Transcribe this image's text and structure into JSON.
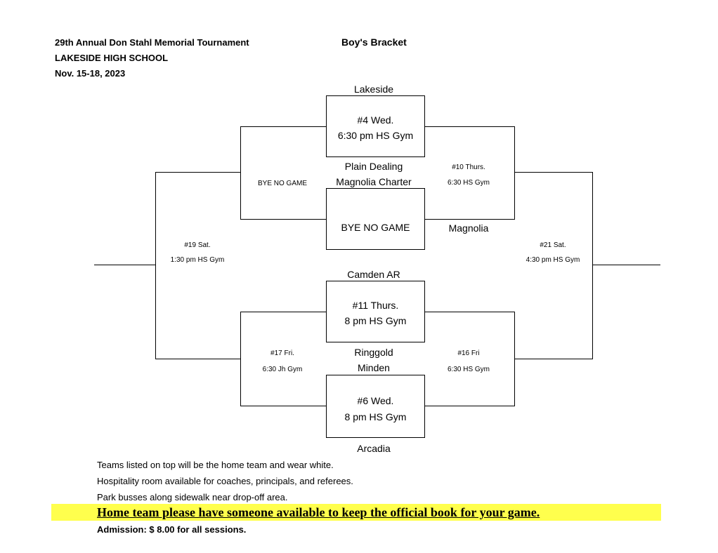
{
  "header": {
    "tournament": "29th Annual Don Stahl Memorial Tournament",
    "school": "LAKESIDE HIGH SCHOOL",
    "dates": "Nov. 15-18, 2023",
    "bracket_title": "Boy's Bracket"
  },
  "bracket": {
    "game4": {
      "number": "#4 Wed.",
      "time": "6:30 pm HS Gym",
      "home": "Lakeside",
      "away": "Plain Dealing"
    },
    "bye_box": {
      "label": "BYE NO GAME",
      "home": "Magnolia Charter"
    },
    "bye_left": "BYE NO GAME",
    "game10": {
      "number": "#10 Thurs.",
      "time": "6:30 HS Gym",
      "result": "Magnolia"
    },
    "game19": {
      "number": "#19 Sat.",
      "time": "1:30 pm HS Gym"
    },
    "game21": {
      "number": "#21 Sat.",
      "time": "4:30 pm HS Gym"
    },
    "game11": {
      "number": "#11 Thurs.",
      "time": "8 pm HS Gym",
      "home": "Camden AR",
      "away": "Ringgold"
    },
    "game6": {
      "number": "#6 Wed.",
      "time": "8 pm HS Gym",
      "home": "Minden",
      "away": "Arcadia"
    },
    "game17": {
      "number": "#17 Fri.",
      "time": "6:30 Jh Gym"
    },
    "game16": {
      "number": "#16 Fri",
      "time": "6:30 HS Gym"
    }
  },
  "notes": {
    "line1": "Teams listed on top will be the home team and wear white.",
    "line2": "Hospitality room available for coaches, principals, and referees.",
    "line3": "Park busses along sidewalk near drop-off area.",
    "highlight": "Home team please have someone available to keep the official book for your game.",
    "admission": "Admission: $ 8.00 for all sessions."
  },
  "colors": {
    "highlight": "#ffff4d"
  }
}
